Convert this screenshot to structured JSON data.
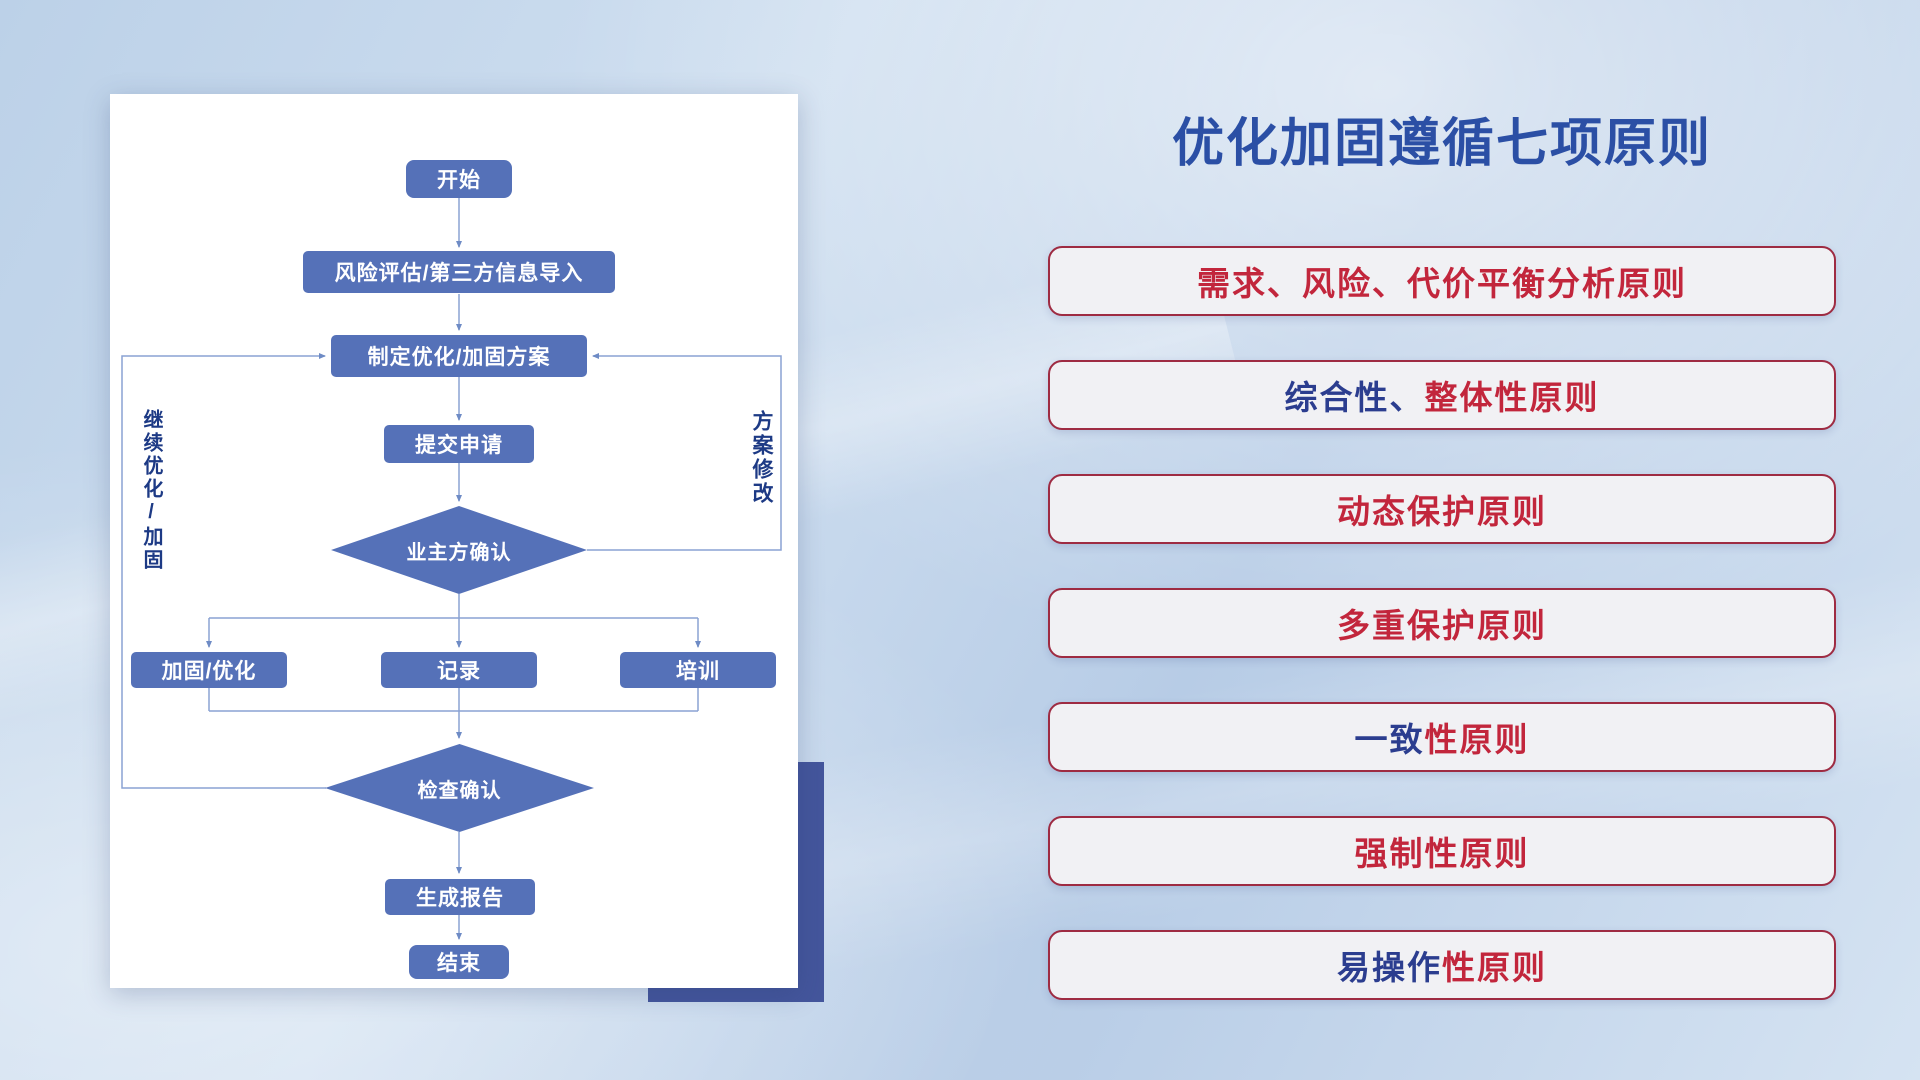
{
  "slide": {
    "title": "优化加固遵循七项原则",
    "title_color": "#2b4fa5"
  },
  "flowchart": {
    "nodes": {
      "start": "开始",
      "risk_import": "风险评估/第三方信息导入",
      "make_plan": "制定优化/加固方案",
      "submit": "提交申请",
      "owner_confirm": "业主方确认",
      "reinforce": "加固/优化",
      "record": "记录",
      "training": "培训",
      "check_confirm": "检查确认",
      "report": "生成报告",
      "end": "结束"
    },
    "loop_labels": {
      "left": "继续优化/加固",
      "right": "方案修改"
    },
    "node_color": "#5571b8",
    "line_color": "#8aa2d3"
  },
  "principles": {
    "items": [
      {
        "segments": [
          {
            "text": "需求、风险、代价平衡分析原则",
            "color": "#c2263c"
          }
        ]
      },
      {
        "segments": [
          {
            "text": "综合性、",
            "color": "#2b3d8f"
          },
          {
            "text": "整体性原则",
            "color": "#c2263c"
          }
        ]
      },
      {
        "segments": [
          {
            "text": "动态保护原则",
            "color": "#c2263c"
          }
        ]
      },
      {
        "segments": [
          {
            "text": "多重保护原则",
            "color": "#c2263c"
          }
        ]
      },
      {
        "segments": [
          {
            "text": "一致",
            "color": "#2b3d8f"
          },
          {
            "text": "性原则",
            "color": "#c2263c"
          }
        ]
      },
      {
        "segments": [
          {
            "text": "强制性原则",
            "color": "#c2263c"
          }
        ]
      },
      {
        "segments": [
          {
            "text": "易操作",
            "color": "#2b3d8f"
          },
          {
            "text": "性原则",
            "color": "#c2263c"
          }
        ]
      }
    ],
    "box_border_color": "#9e2b42",
    "box_bg": "#f1f1f4"
  }
}
